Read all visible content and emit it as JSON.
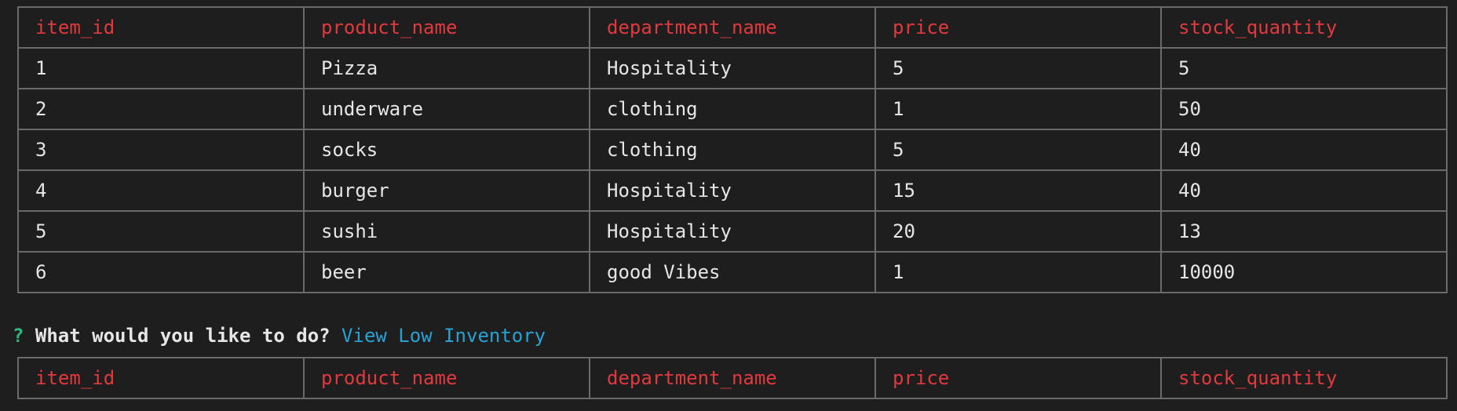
{
  "table1": {
    "columns": [
      "item_id",
      "product_name",
      "department_name",
      "price",
      "stock_quantity"
    ],
    "rows": [
      [
        "1",
        "Pizza",
        "Hospitality",
        "5",
        "5"
      ],
      [
        "2",
        "underware",
        "clothing",
        "1",
        "50"
      ],
      [
        "3",
        "socks",
        "clothing",
        "5",
        "40"
      ],
      [
        "4",
        "burger",
        "Hospitality",
        "15",
        "40"
      ],
      [
        "5",
        "sushi",
        "Hospitality",
        "20",
        "13"
      ],
      [
        "6",
        "beer",
        "good Vibes",
        "1",
        "10000"
      ]
    ]
  },
  "prompt": {
    "mark": "?",
    "question": "What would you like to do?",
    "answer": "View Low Inventory"
  },
  "table2": {
    "columns": [
      "item_id",
      "product_name",
      "department_name",
      "price",
      "stock_quantity"
    ]
  },
  "colors": {
    "background": "#1e1e1e",
    "header_text": "#e0393e",
    "prompt_mark": "#2fb87a",
    "answer_text": "#2aa1d3",
    "border": "#6a6a6a"
  }
}
